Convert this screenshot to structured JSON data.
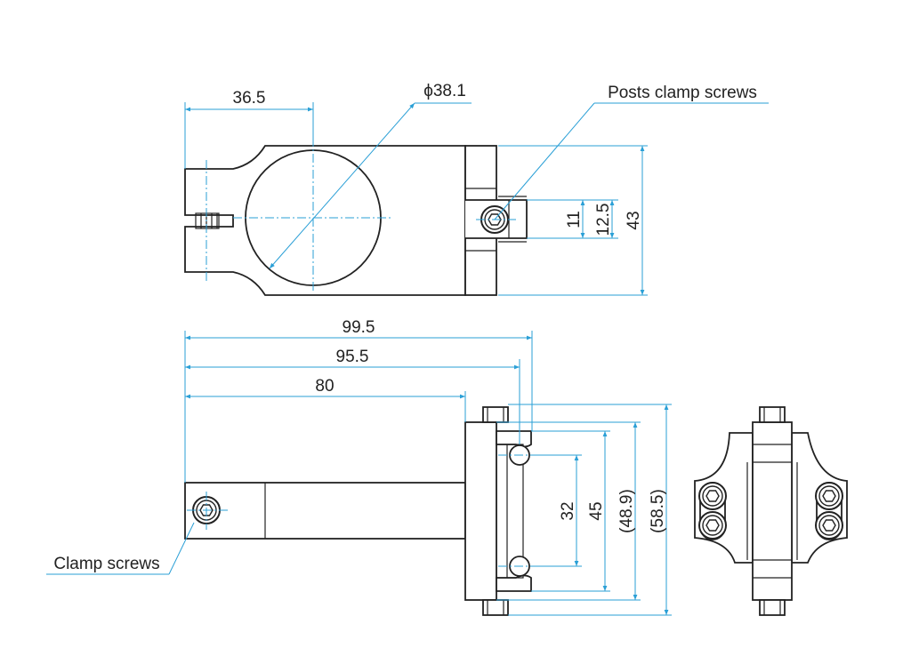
{
  "dimensions": {
    "top_width": "36.5",
    "bore_diameter": "ϕ38.1",
    "screw_slot_width": "11",
    "screw_block_height": "12.5",
    "overall_height": "43",
    "total_length": "99.5",
    "length_to_post_face": "95.5",
    "arm_length": "80",
    "post_hole_spacing": "32",
    "post_slot_span": "45",
    "post_block_span": "(48.9)",
    "overall_post_height": "(58.5)"
  },
  "callouts": {
    "posts_clamp_screws": "Posts clamp screws",
    "clamp_screws": "Clamp screws"
  },
  "colors": {
    "dimension_lines": "#2a9fd6",
    "part_outline": "#222222"
  }
}
